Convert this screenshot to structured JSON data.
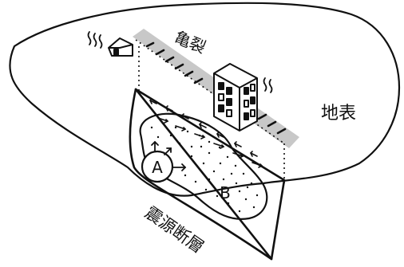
{
  "labels": {
    "crack": "亀裂",
    "surface": "地表",
    "source_fault": "震源断層",
    "region_a": "A",
    "region_b": "B"
  },
  "icons": [
    "house-icon",
    "building-icon",
    "shaking-marks-icon",
    "slip-arrows-icon",
    "rupture-arrows-icon"
  ],
  "colors": {
    "ink": "#111111",
    "rupture_band": "#c8c8c8",
    "background": "#ffffff"
  }
}
